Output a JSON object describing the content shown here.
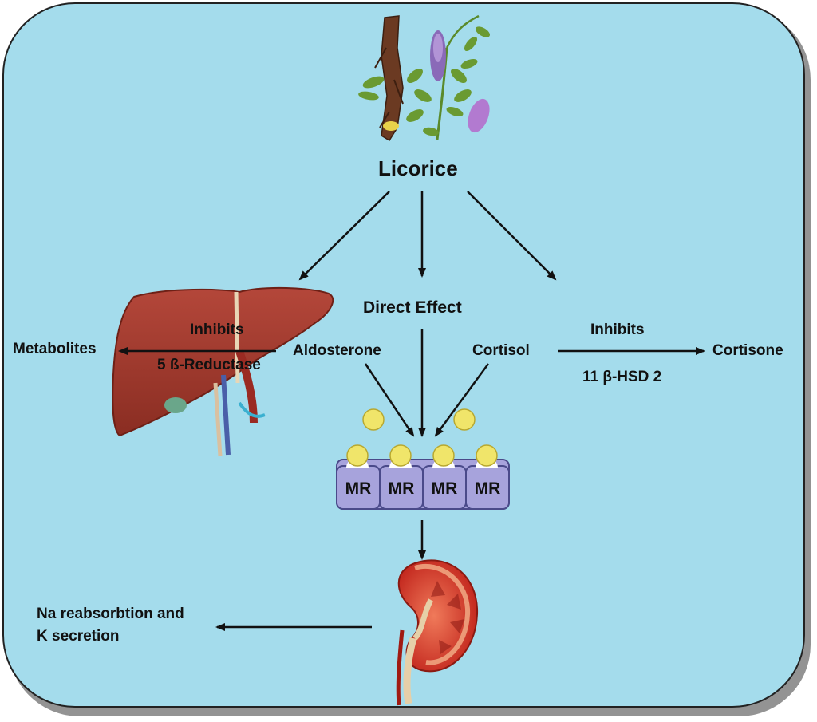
{
  "title": "Licorice",
  "direct_effect": "Direct Effect",
  "liver": {
    "metabolites": "Metabolites",
    "inhibits": "Inhibits",
    "enzyme": "5  ß-Reductase"
  },
  "hormones": {
    "aldosterone": "Aldosterone",
    "cortisol": "Cortisol"
  },
  "conversion": {
    "inhibits": "Inhibits",
    "product": "Cortisone",
    "enzyme": "11 β-HSD 2"
  },
  "receptors": [
    "MR",
    "MR",
    "MR",
    "MR"
  ],
  "kidney_effect": {
    "line1": "Na reabsorbtion and",
    "line2": "K secretion"
  },
  "colors": {
    "background": "#a4dcec",
    "receptor": "#a7a3dc",
    "ligand": "#f0e56a",
    "liver": "#a0392c",
    "kidney": "#c8251b"
  },
  "icons": [
    "licorice-plant-icon",
    "liver-icon",
    "kidney-icon"
  ]
}
